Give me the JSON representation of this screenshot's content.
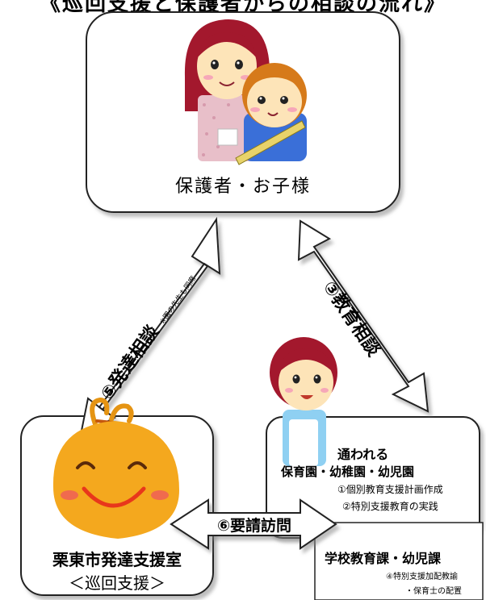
{
  "header": {
    "title": "《巡回支援と保護者からの相談の流れ》"
  },
  "parent_box": {
    "label": "保護者・お子様"
  },
  "arrow_left": {
    "label": "⑤発達相談",
    "note": "※園の先生も同席"
  },
  "arrow_right": {
    "label": "③教育相談"
  },
  "arrow_bottom": {
    "label": "⑥要請訪問"
  },
  "support_office": {
    "name": "栗東市発達支援室",
    "subtitle": "＜巡回支援＞"
  },
  "nursery": {
    "title": "通われる",
    "subtitle": "保育園・幼稚園・幼児園",
    "items": [
      "①個別教育支援計画作成",
      "②特別支援教育の実践"
    ]
  },
  "school_dept": {
    "title": "学校教育課・幼児課",
    "items": [
      "④特別支援加配教諭",
      "・保育士の配置"
    ]
  },
  "colors": {
    "skin": "#fde4b8",
    "hair": "#a3182d",
    "boy_hair": "#d67a1a",
    "blue": "#3a6fd8",
    "mascot": "#f4a81e"
  }
}
